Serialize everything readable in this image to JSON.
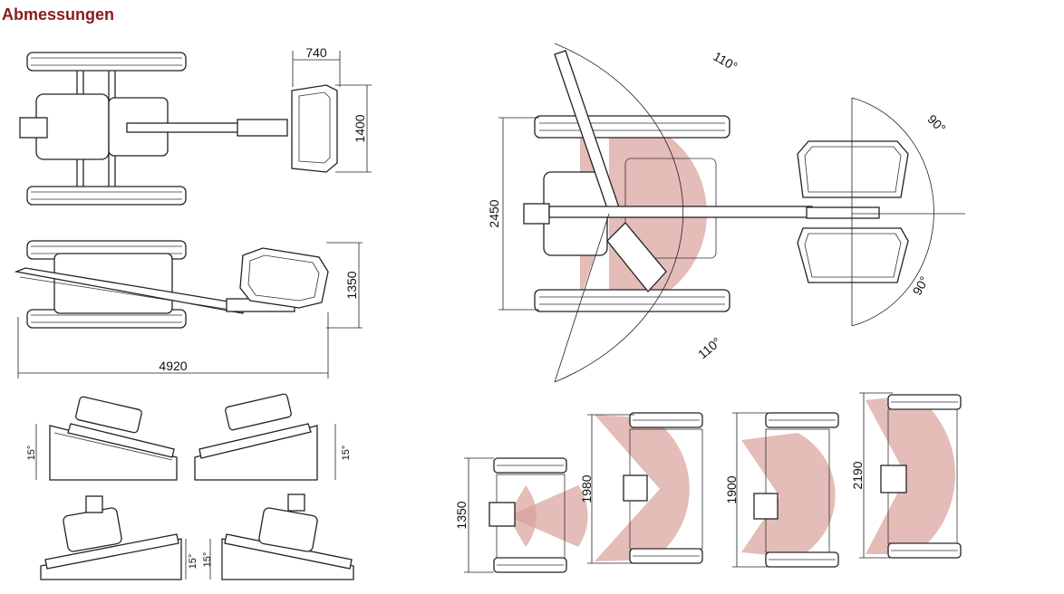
{
  "title": "Abmessungen",
  "dimensions": {
    "basket_depth": "740",
    "basket_width": "1400",
    "side_height": "1350",
    "total_length": "4920",
    "track_width": "2450",
    "min_width_1": "1350",
    "min_width_2": "1980",
    "min_width_3": "1900",
    "min_width_4": "2190"
  },
  "angles": {
    "rotation_top": "110°",
    "rotation_bottom": "110°",
    "basket_top": "90°",
    "basket_bottom": "90°",
    "slope_1": "15°",
    "slope_2": "15°",
    "slope_3": "15°",
    "slope_4": "15°"
  }
}
